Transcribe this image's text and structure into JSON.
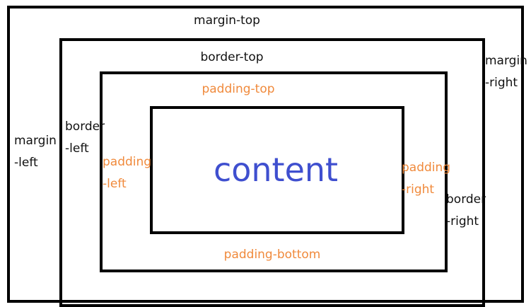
{
  "colors": {
    "outline": "#000000",
    "label_default": "#111111",
    "label_padding": "#f08a3c",
    "content_text": "#3f4fcf",
    "background": "#ffffff"
  },
  "labels": {
    "margin_top": "margin-top",
    "margin_right_1": "margin",
    "margin_right_2": "-right",
    "margin_left_1": "margin",
    "margin_left_2": "-left",
    "border_top": "border-top",
    "border_left_1": "border",
    "border_left_2": "-left",
    "border_right_1": "border",
    "border_right_2": "-right",
    "padding_top": "padding-top",
    "padding_left_1": "padding",
    "padding_left_2": "-left",
    "padding_right_1": "padding",
    "padding_right_2": "-right",
    "padding_bottom": "padding-bottom",
    "content": "content"
  }
}
